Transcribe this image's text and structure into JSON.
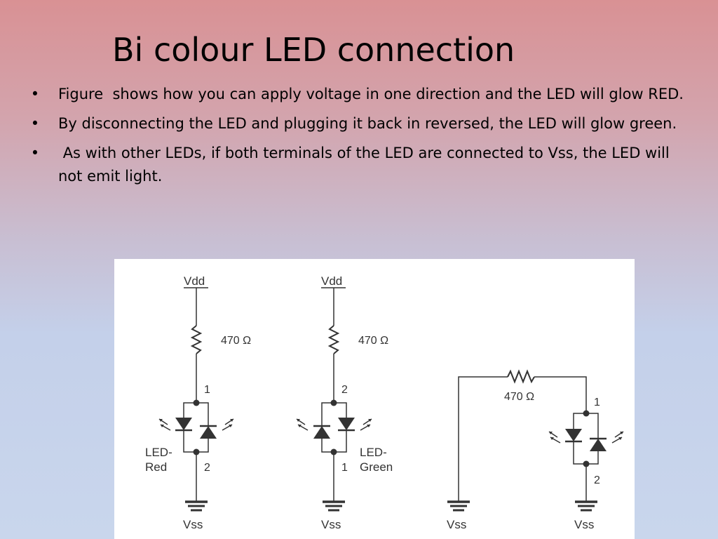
{
  "slide": {
    "title": "Bi colour LED connection",
    "bullets": [
      "Figure  shows how you can apply voltage in one direction and the LED will glow RED.",
      "By disconnecting the LED and plugging it back in reversed, the LED will glow green.",
      " As with other LEDs, if both terminals of the LED are connected to Vss, the LED will not emit light."
    ],
    "bullet_symbol": "•"
  },
  "figure": {
    "circuit_red": {
      "supply": "Vdd",
      "resistor": "470 Ω",
      "pin_top": "1",
      "pin_bottom": "2",
      "led_label_line1": "LED-",
      "led_label_line2": "Red",
      "ground": "Vss"
    },
    "circuit_green": {
      "supply": "Vdd",
      "resistor": "470 Ω",
      "pin_top": "2",
      "pin_bottom": "1",
      "led_label_line1": "LED-",
      "led_label_line2": "Green",
      "ground": "Vss"
    },
    "circuit_off": {
      "resistor": "470 Ω",
      "pin_top": "1",
      "pin_bottom": "2",
      "ground_left": "Vss",
      "ground_right": "Vss"
    }
  }
}
